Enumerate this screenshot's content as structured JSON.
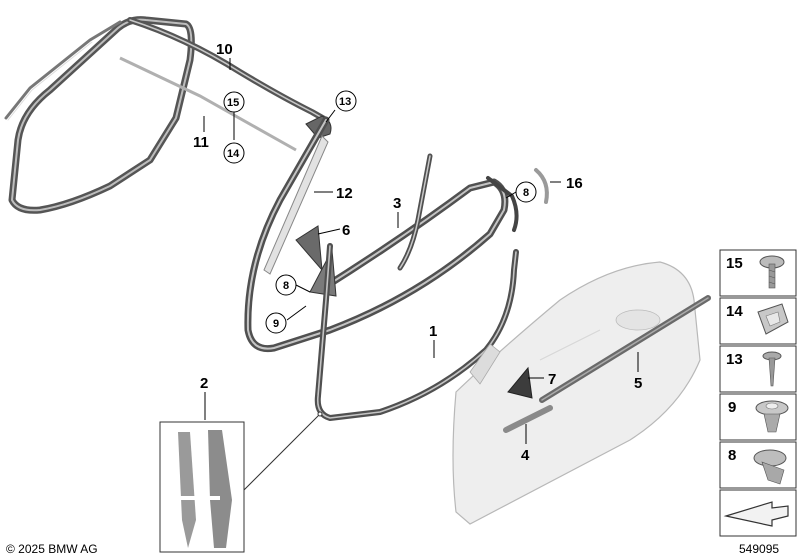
{
  "diagram": {
    "callouts": {
      "c1": "1",
      "c2": "2",
      "c3": "3",
      "c4": "4",
      "c5": "5",
      "c6": "6",
      "c7": "7",
      "c8a": "8",
      "c8b": "8",
      "c9": "9",
      "c10": "10",
      "c11": "11",
      "c12": "12",
      "c13": "13",
      "c14": "14",
      "c15": "15",
      "c16": "16"
    },
    "fastener_panel": [
      "15",
      "14",
      "13",
      "9",
      "8"
    ]
  },
  "footer": {
    "copyright": "© 2025 BMW AG",
    "diagram_number": "549095"
  }
}
